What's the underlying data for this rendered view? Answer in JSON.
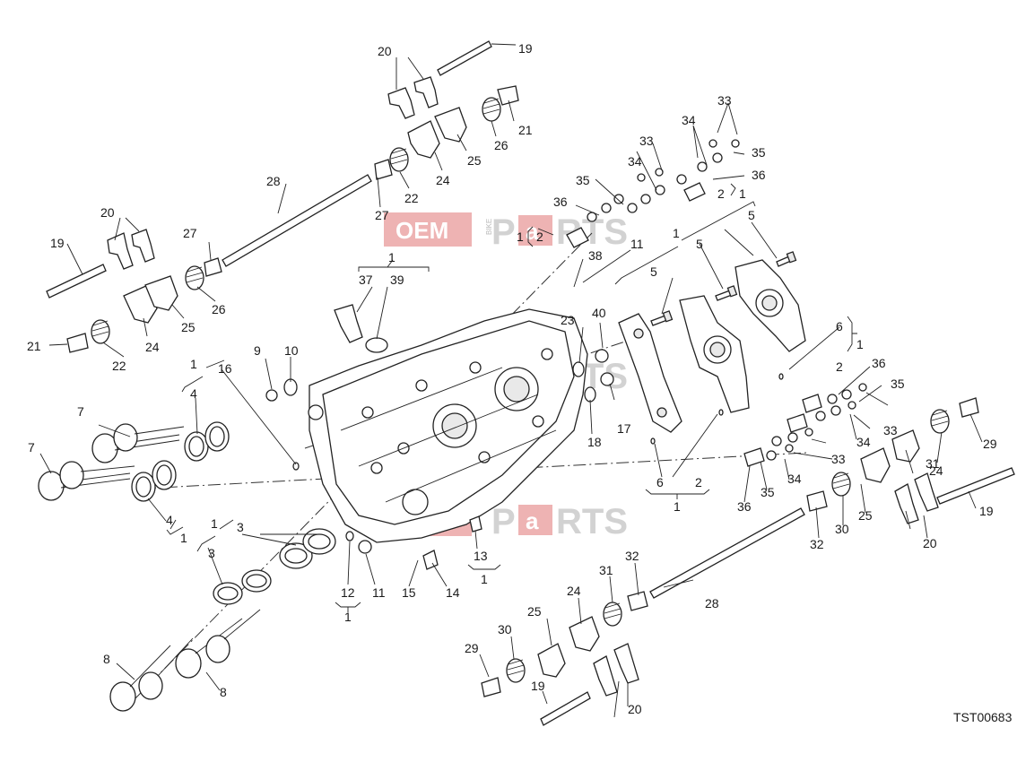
{
  "drawing_code": "TST00683",
  "watermark": {
    "brand_left": "OEM",
    "brand_small": "BIKE",
    "brand_right_a": "P",
    "brand_right_b": "a",
    "brand_right_c": "RTS"
  },
  "labels": [
    "1",
    "2",
    "3",
    "4",
    "5",
    "6",
    "7",
    "8",
    "9",
    "10",
    "11",
    "12",
    "13",
    "14",
    "15",
    "16",
    "17",
    "18",
    "19",
    "20",
    "21",
    "22",
    "23",
    "24",
    "25",
    "26",
    "27",
    "28",
    "29",
    "30",
    "31",
    "32",
    "33",
    "34",
    "35",
    "36",
    "37",
    "38",
    "39",
    "40"
  ]
}
